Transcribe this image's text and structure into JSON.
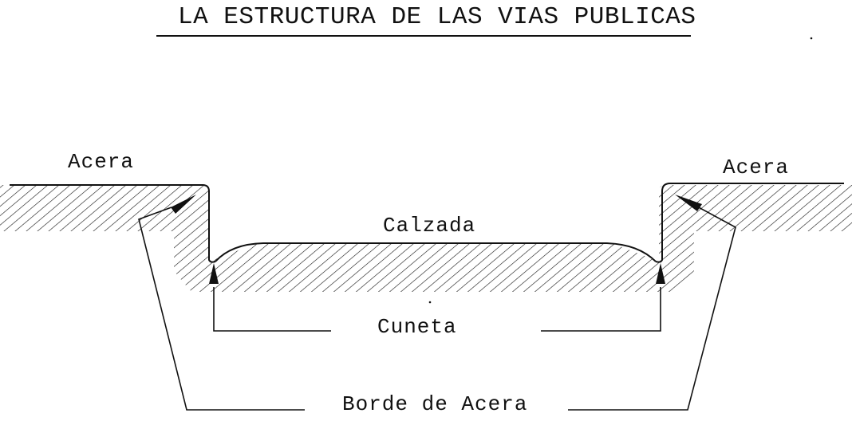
{
  "title": "LA ESTRUCTURA DE LAS VIAS PUBLICAS",
  "labels": {
    "acera_left": "Acera",
    "acera_right": "Acera",
    "calzada": "Calzada",
    "cuneta": "Cuneta",
    "borde_de_acera": "Borde de Acera"
  },
  "colors": {
    "ink": "#111111",
    "background": "#ffffff"
  }
}
